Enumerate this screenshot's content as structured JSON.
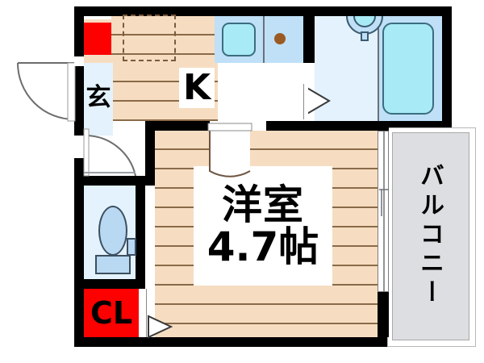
{
  "plan": {
    "type": "japanese-apartment-floorplan",
    "layout_name": "1K",
    "background_color": "#ffffff",
    "wall_color": "#000000",
    "floor_color": "#f6ddc2",
    "floor_line_color": "#8a6a49",
    "accent_red": "#fd0000",
    "water_blue": "#a8eaf6",
    "tile_blue": "#bfe0f7",
    "balcony_gray": "#dddee1"
  },
  "rooms": {
    "kitchen": {
      "label": "K",
      "name": "kitchen"
    },
    "entrance": {
      "label": "玄",
      "name": "genkan-entrance"
    },
    "main_room": {
      "label_line1": "洋室",
      "label_line2": "4.7帖",
      "name": "western-style-room",
      "size_jo": "4.7"
    },
    "closet": {
      "label": "CL",
      "name": "closet"
    },
    "balcony": {
      "label": "バルコニー",
      "name": "balcony"
    },
    "bathroom": {
      "label": "",
      "name": "unit-bath"
    },
    "toilet": {
      "label": "",
      "name": "toilet"
    }
  },
  "fixtures": [
    {
      "name": "shoe-cabinet",
      "color": "#fd0000"
    },
    {
      "name": "kitchen-counter-hatch",
      "color": "#f6ddc2"
    },
    {
      "name": "kitchen-sink-basin",
      "color": "#a8eaf6"
    },
    {
      "name": "stove-burner",
      "color": "#9b5a23"
    },
    {
      "name": "washbasin",
      "color": "#a8eaf6"
    },
    {
      "name": "bathtub",
      "color": "#a8eaf6"
    },
    {
      "name": "toilet-bowl",
      "color": "#b9d8f2"
    },
    {
      "name": "closet-block",
      "color": "#fd0000"
    }
  ],
  "doors": [
    {
      "name": "entrance-door",
      "type": "swing-out"
    },
    {
      "name": "hall-door",
      "type": "swing"
    },
    {
      "name": "room-door",
      "type": "swing"
    },
    {
      "name": "bathroom-door",
      "type": "folding"
    },
    {
      "name": "closet-door",
      "type": "folding"
    },
    {
      "name": "balcony-sliding-door",
      "type": "sliding"
    }
  ]
}
